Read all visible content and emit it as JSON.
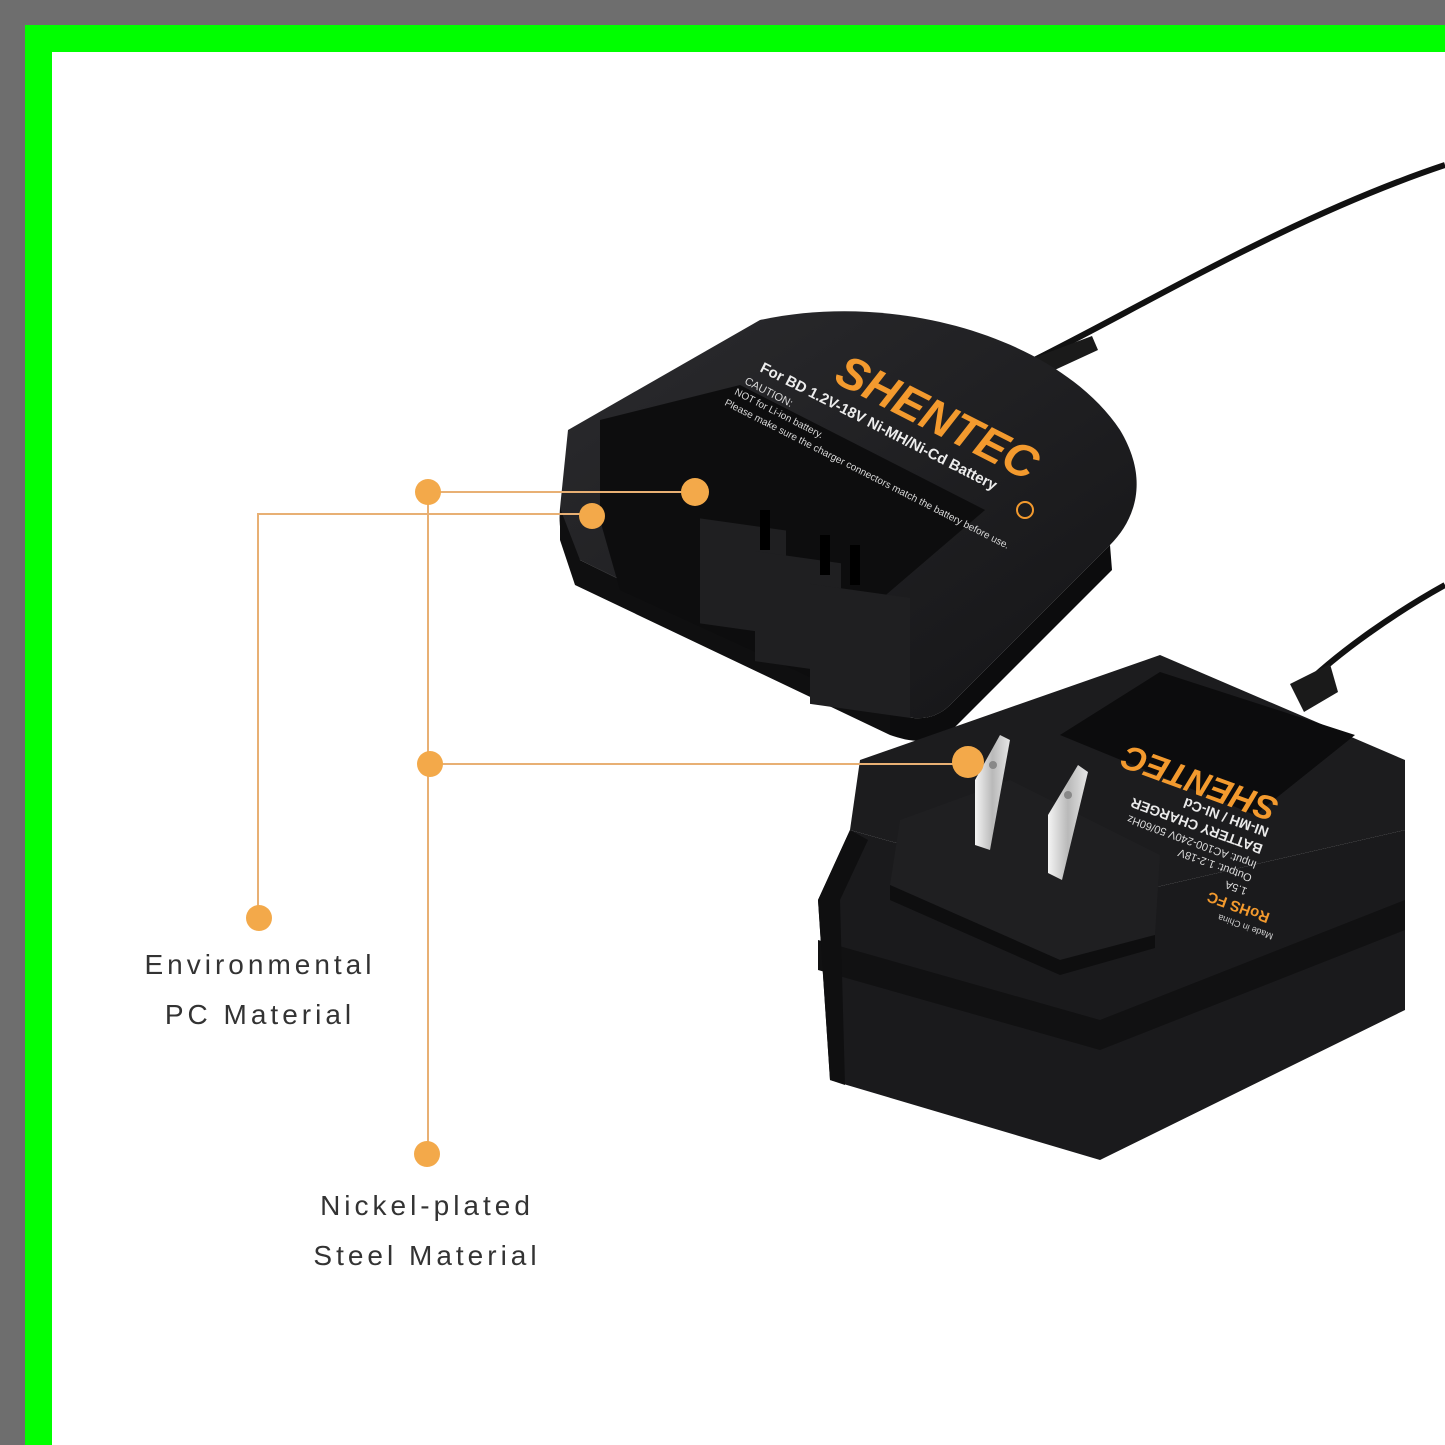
{
  "colors": {
    "accent_orange": "#f3a94a",
    "leader_line": "#e8b074",
    "device_black": "#1d1d1f",
    "frame_green": "#00ff00",
    "frame_gray": "#6e6e6e"
  },
  "cradle": {
    "brand": "SHENTEC",
    "model_line": "For BD 1.2V-18V Ni-MH/Ni-Cd Battery",
    "caution_title": "CAUTION:",
    "caution_line1": "NOT for Li-ion battery.",
    "caution_line2": "Please make sure the charger connectors match the battery before use."
  },
  "adapter": {
    "brand": "SHENTEC",
    "chem": "NI-MH / NI-Cd",
    "type": "BATTERY CHARGER",
    "input": "Input: AC100-240V 50/60Hz",
    "output": "Output: 1.2-18V",
    "current": "1.5A",
    "certs": "RoHS FC",
    "origin": "Made in China"
  },
  "callouts": [
    {
      "id": "pc",
      "line1": "Environmental",
      "line2": "PC Material"
    },
    {
      "id": "steel",
      "line1": "Nickel-plated",
      "line2": "Steel Material"
    }
  ]
}
